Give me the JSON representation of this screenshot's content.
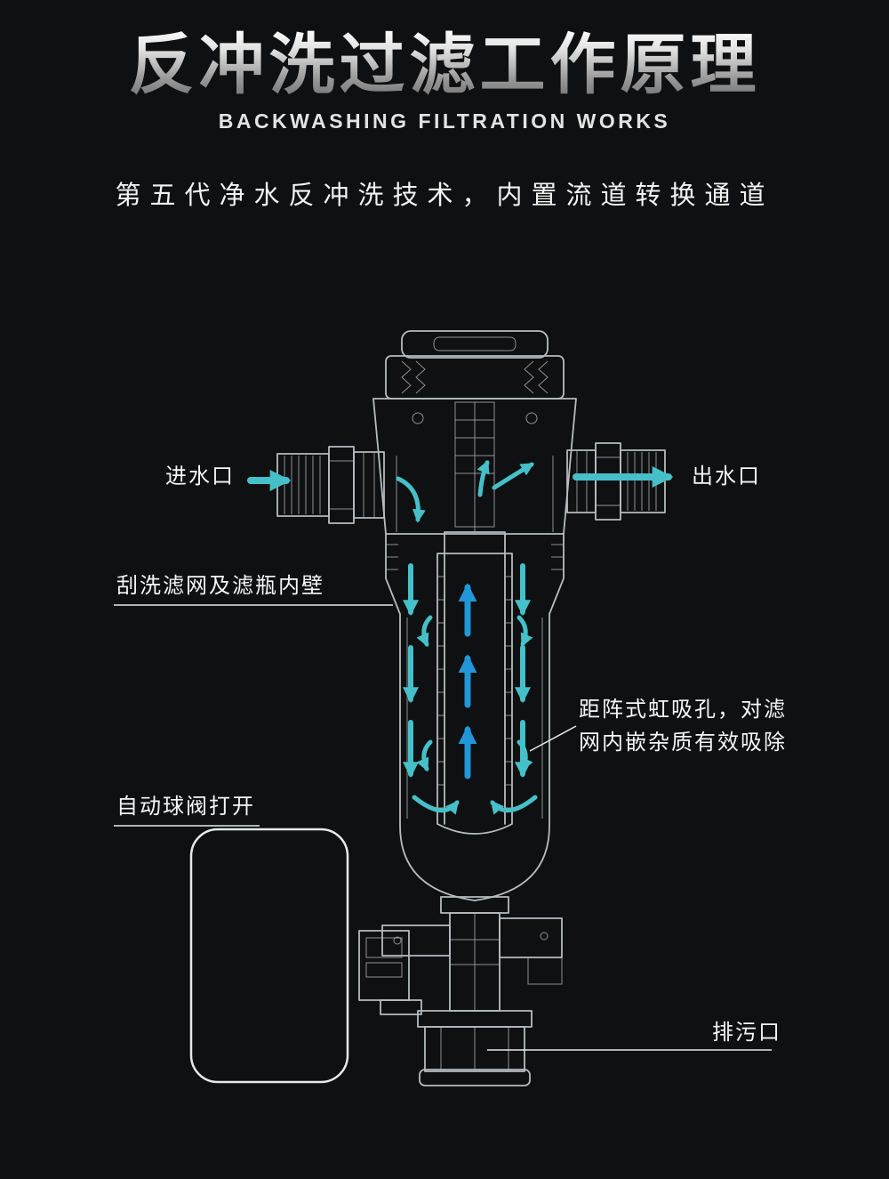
{
  "header": {
    "title": "反冲洗过滤工作原理",
    "subtitle": "BACKWASHING FILTRATION WORKS",
    "tagline": "第五代净水反冲洗技术，内置流道转换通道"
  },
  "diagram": {
    "labels": {
      "inlet": "进水口",
      "outlet": "出水口",
      "scrape": "刮洗滤网及滤瓶内壁",
      "siphon_line1": "距阵式虹吸孔，对滤",
      "siphon_line2": "网内嵌杂质有效吸除",
      "valve": "自动球阀打开",
      "drain": "排污口"
    },
    "colors": {
      "line": "#b7bcbf",
      "arrow_teal": "#45c0c8",
      "arrow_blue": "#2196d8",
      "label_line": "#e6e9ea",
      "bg": "#0f1011"
    }
  }
}
